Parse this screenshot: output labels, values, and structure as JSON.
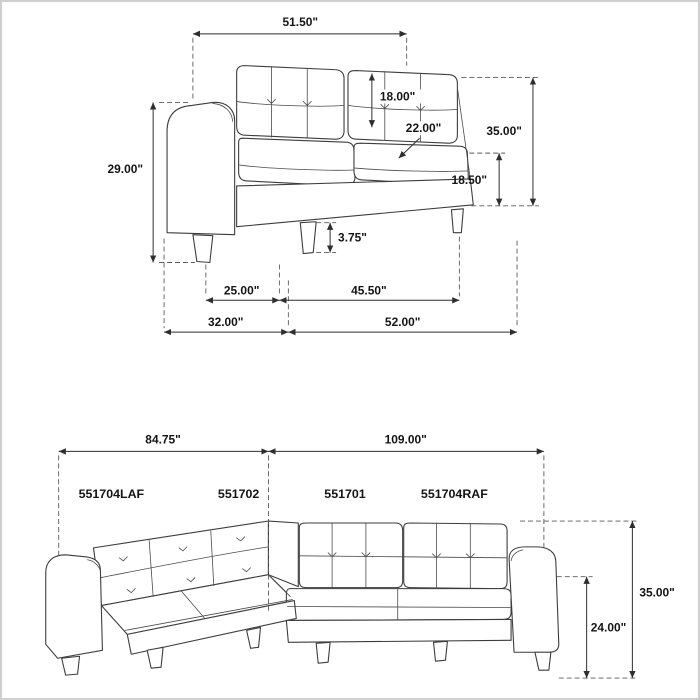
{
  "accent": {
    "line_color": "#3d3d3d",
    "text_color": "#141414"
  },
  "top_view": {
    "dims": {
      "top_width": "51.50\"",
      "back_cushion_height": "18.00\"",
      "seat_depth": "22.00\"",
      "arm_height": "29.00\"",
      "overall_height": "35.00\"",
      "seat_height": "18.50\"",
      "leg_height": "3.75\"",
      "front_section_width": "25.00\"",
      "seat_width": "45.50\"",
      "left_depth": "32.00\"",
      "overall_width": "52.00\""
    }
  },
  "bottom_view": {
    "dims": {
      "left_section_width": "84.75\"",
      "right_section_width": "109.00\"",
      "overall_height": "35.00\"",
      "arm_height": "24.00\""
    },
    "part_labels": [
      "551704LAF",
      "551702",
      "551701",
      "551704RAF"
    ]
  }
}
